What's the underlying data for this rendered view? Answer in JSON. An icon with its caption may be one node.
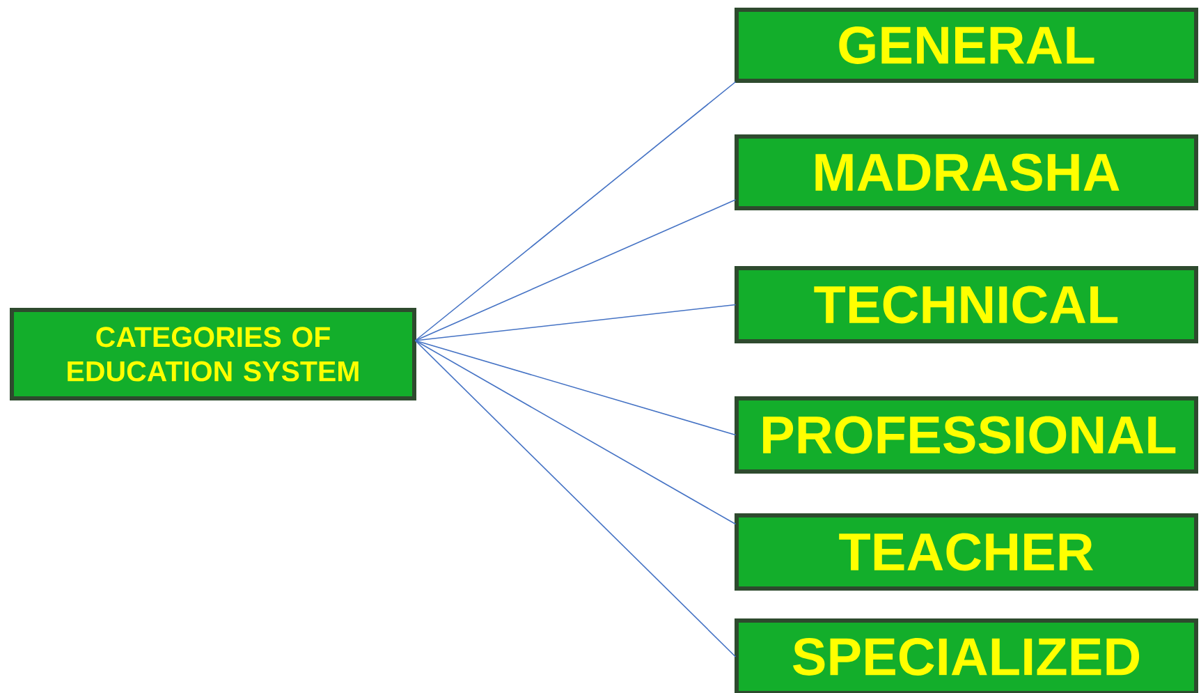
{
  "diagram": {
    "nodes": [
      {
        "text": [
          "CATEGORIES OF EDUCATION SYSTEM"
        ]
      },
      {
        "text": [
          "GENERAL"
        ]
      },
      {
        "text": [
          "MADRASHA"
        ]
      },
      {
        "text": [
          "TECHNICAL"
        ]
      },
      {
        "text": [
          "PROFESSIONAL"
        ]
      },
      {
        "text": [
          "TEACHER"
        ]
      },
      {
        "text": [
          "SPECIALIZED"
        ]
      }
    ],
    "edges": [
      {
        "from": 0,
        "to": 1,
        "arrow": "none"
      },
      {
        "from": 0,
        "to": 2,
        "arrow": "none"
      },
      {
        "from": 0,
        "to": 3,
        "arrow": "none"
      },
      {
        "from": 0,
        "to": 4,
        "arrow": "none"
      },
      {
        "from": 0,
        "to": 5,
        "arrow": "none"
      },
      {
        "from": 0,
        "to": 6,
        "arrow": "none"
      }
    ]
  }
}
